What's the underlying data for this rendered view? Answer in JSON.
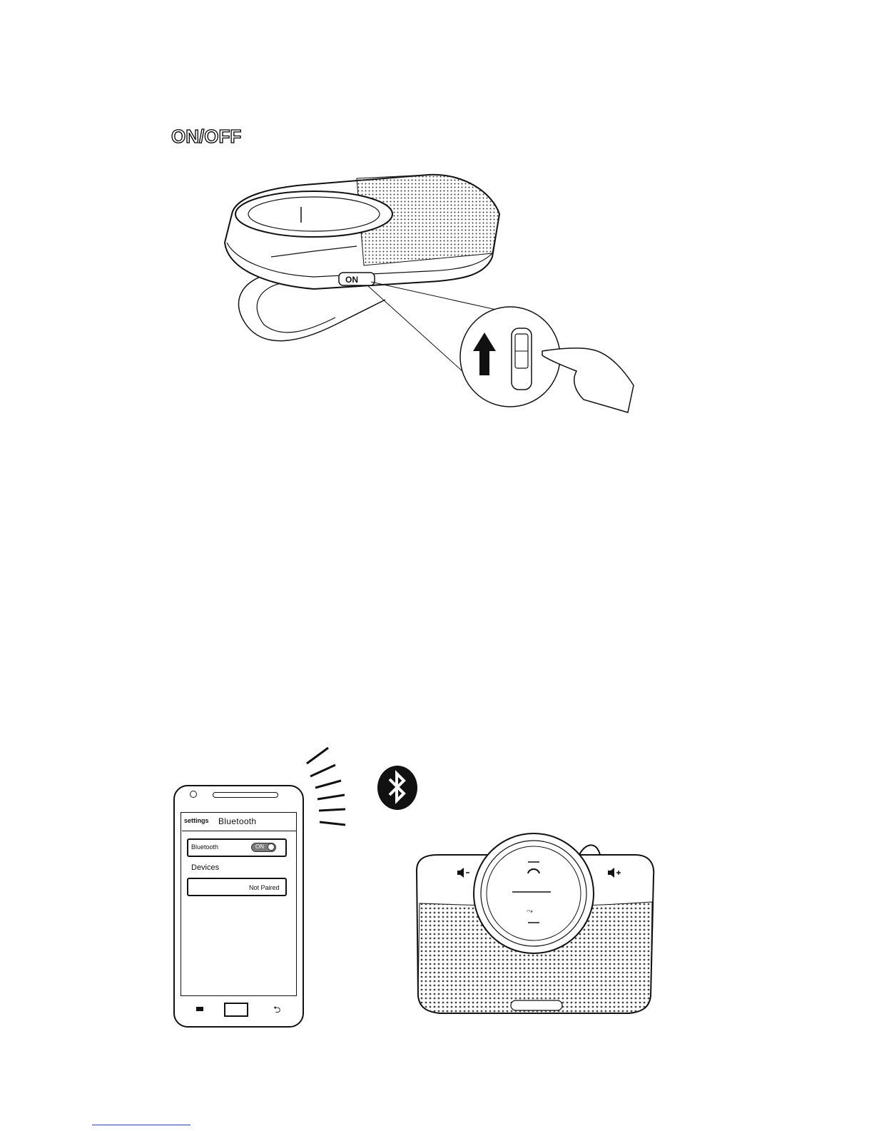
{
  "section": {
    "heading": "ON/OFF"
  },
  "device_switch": {
    "label": "ON"
  },
  "phone": {
    "screen": {
      "settings_label": "settings",
      "title": "Bluetooth",
      "bluetooth_row": {
        "label": "Bluetooth",
        "toggle_label": "ON",
        "toggle_state": "on"
      },
      "devices_label": "Devices",
      "device_row": {
        "status": "Not Paired"
      }
    }
  },
  "icons": {
    "bluetooth": "bluetooth-icon",
    "arrow": "arrow-up-icon",
    "hand": "pointing-hand-icon"
  },
  "colors": {
    "line": "#111111",
    "toggle_bg": "#7a7a7a",
    "link": "#3344cc"
  }
}
